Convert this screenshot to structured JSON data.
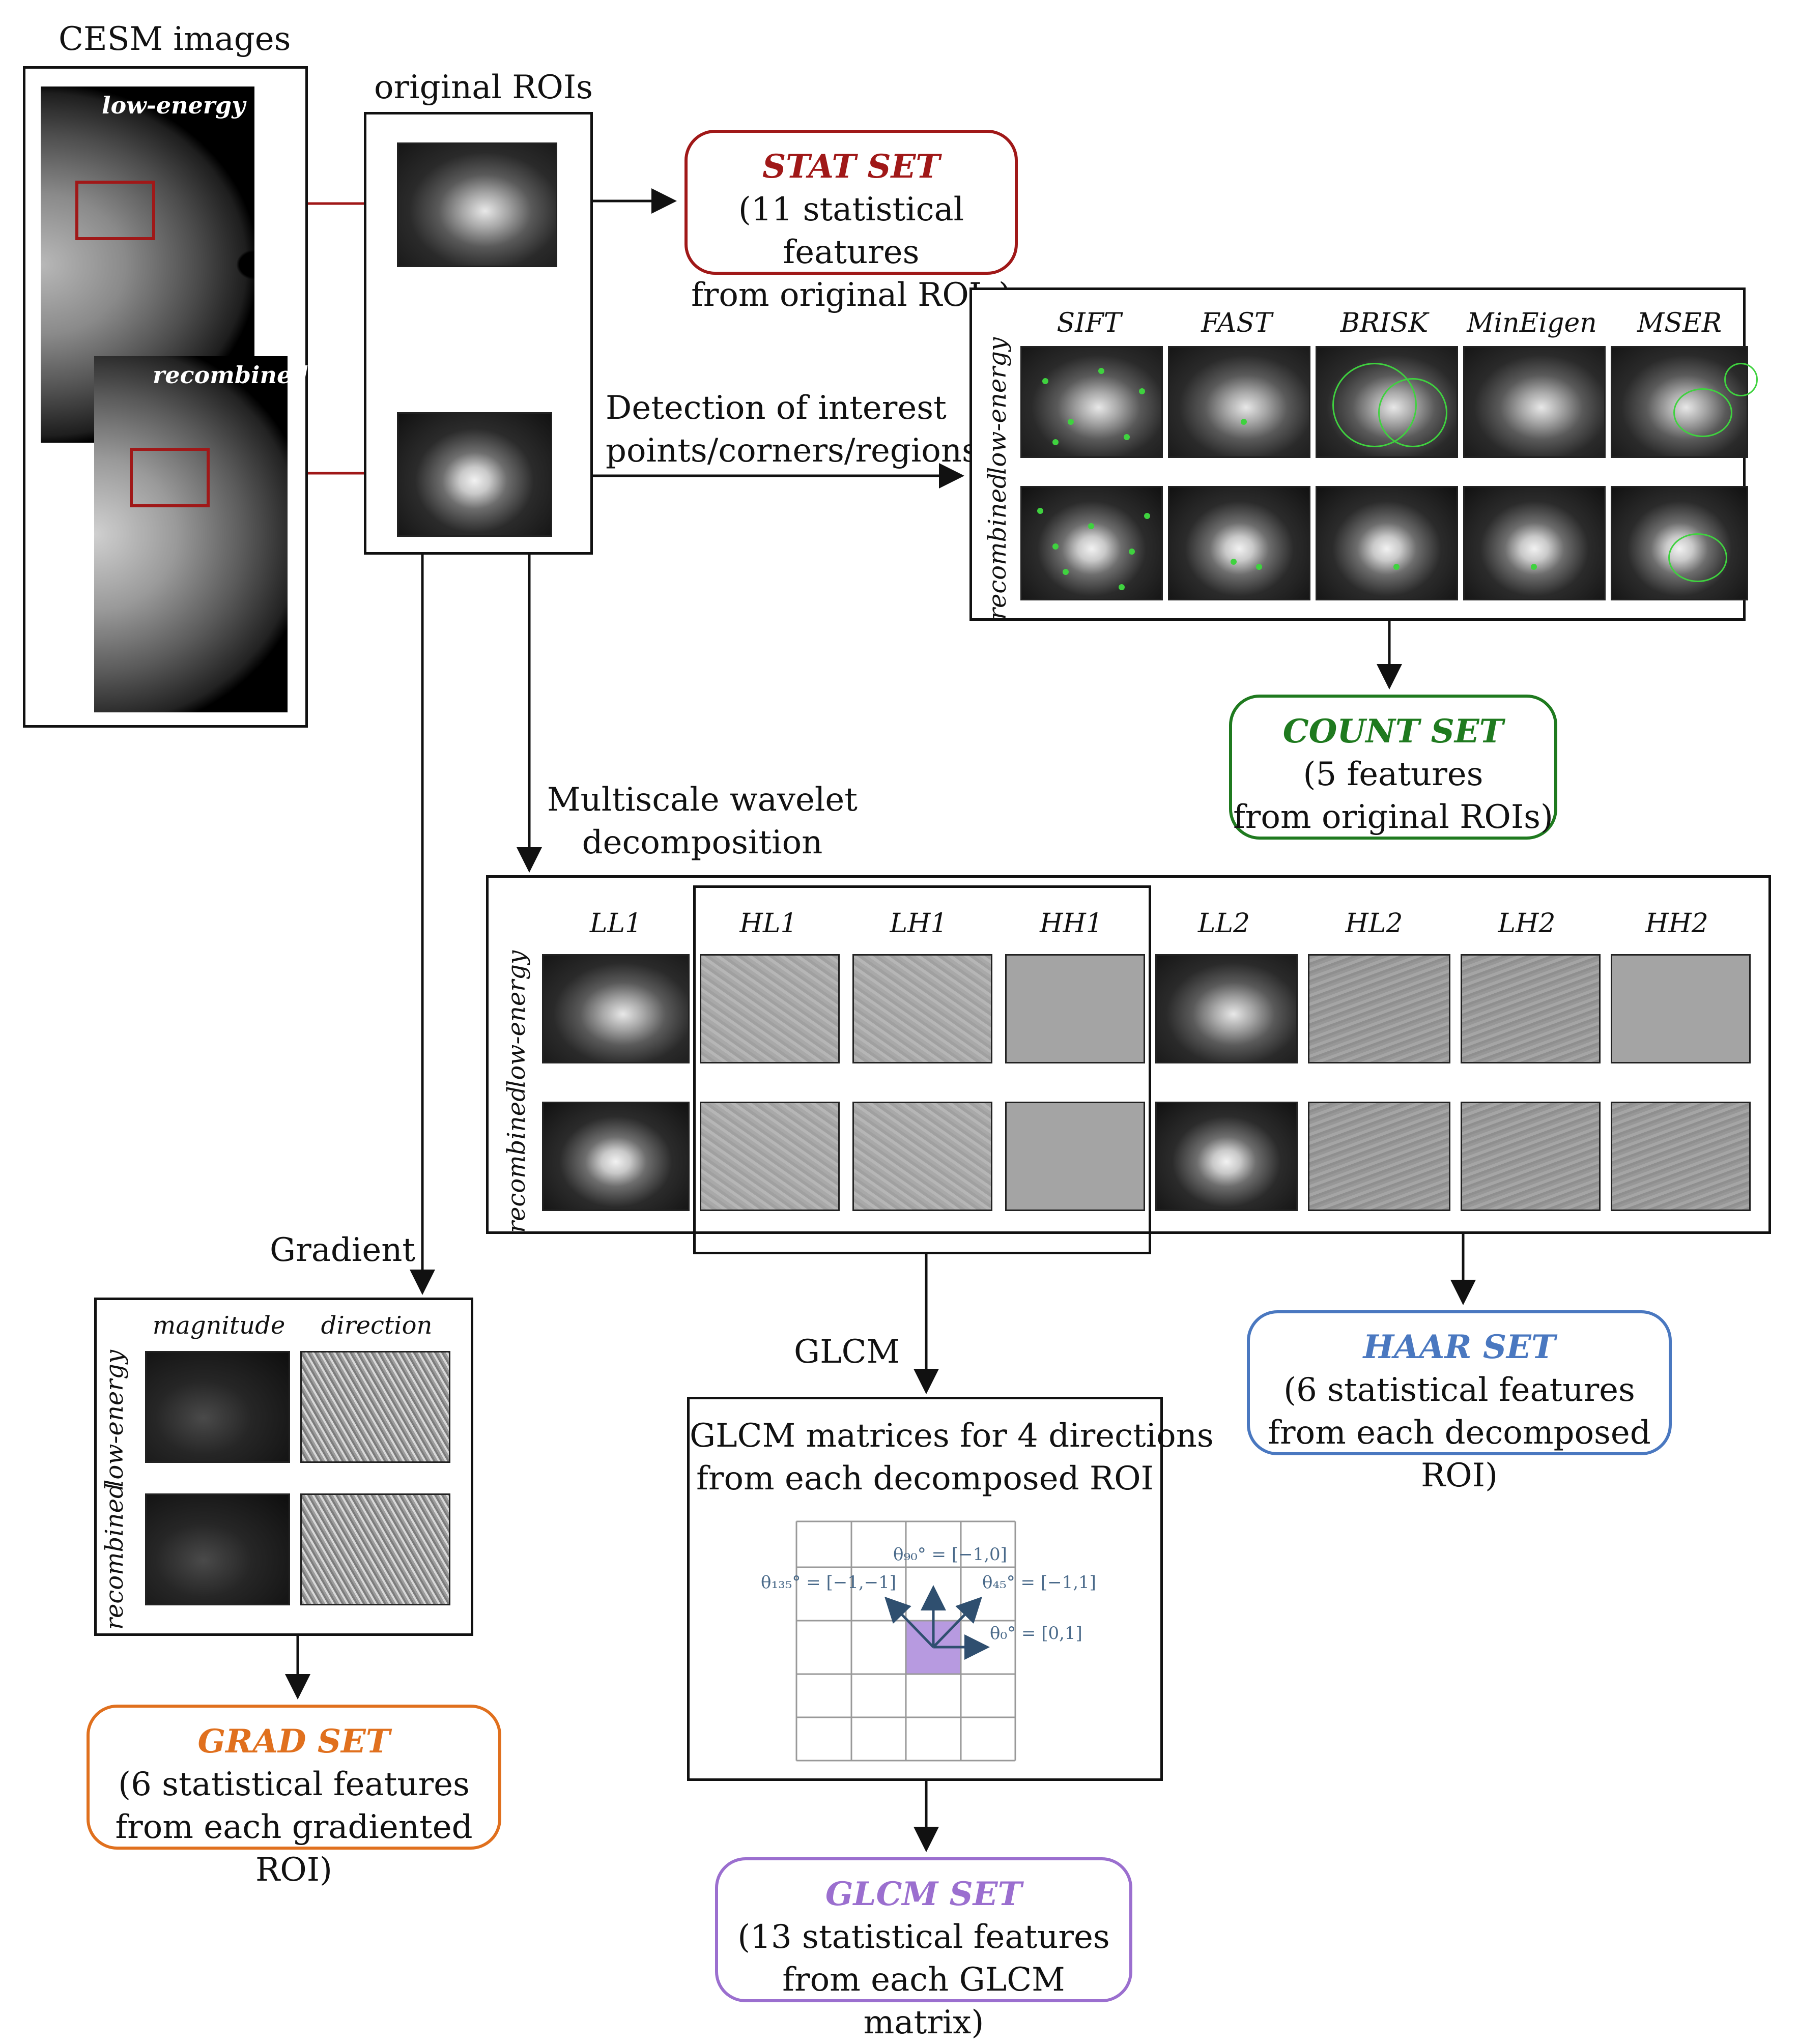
{
  "cesm": {
    "title": "CESM images",
    "low_label": "low-energy",
    "rec_label": "recombined"
  },
  "roi": {
    "title": "original ROIs"
  },
  "stat_set": {
    "title": "STAT SET",
    "line1": "(11 statistical features",
    "line2": "from original ROIs)"
  },
  "detection": {
    "line1": "Detection of interest",
    "line2": "points/corners/regions"
  },
  "detectors": {
    "cols": [
      "SIFT",
      "FAST",
      "BRISK",
      "MinEigen",
      "MSER"
    ],
    "row_low": "low-energy",
    "row_rec": "recombined"
  },
  "count_set": {
    "title": "COUNT SET",
    "line1": "(5 features",
    "line2": "from original ROIs)"
  },
  "wavelet": {
    "line1": "Multiscale wavelet",
    "line2": "decomposition",
    "cols": [
      "LL1",
      "HL1",
      "LH1",
      "HH1",
      "LL2",
      "HL2",
      "LH2",
      "HH2"
    ],
    "row_low": "low-energy",
    "row_rec": "recombined"
  },
  "haar_set": {
    "title": "HAAR SET",
    "line1": "(6 statistical features",
    "line2": "from each decomposed ROI)"
  },
  "gradient": {
    "label": "Gradient",
    "col1": "magnitude",
    "col2": "direction",
    "row_low": "low-energy",
    "row_rec": "recombined"
  },
  "grad_set": {
    "title": "GRAD SET",
    "line1": "(6 statistical features",
    "line2": "from each gradiented ROI)"
  },
  "glcm": {
    "label": "GLCM",
    "line1": "GLCM matrices for 4 directions",
    "line2": "from each decomposed ROI",
    "d90": "θ₉₀° = [−1,0]",
    "d135": "θ₁₃₅° = [−1,−1]",
    "d45": "θ₄₅° = [−1,1]",
    "d0": "θ₀° = [0,1]"
  },
  "glcm_set": {
    "title": "GLCM SET",
    "line1": "(13 statistical features",
    "line2": "from each GLCM matrix)"
  },
  "colors": {
    "stat": "#a01818",
    "count": "#1f7a1f",
    "haar": "#4a78c0",
    "grad": "#e0701e",
    "glcm": "#9b6fcf",
    "roi_arrow": "#a01818"
  }
}
